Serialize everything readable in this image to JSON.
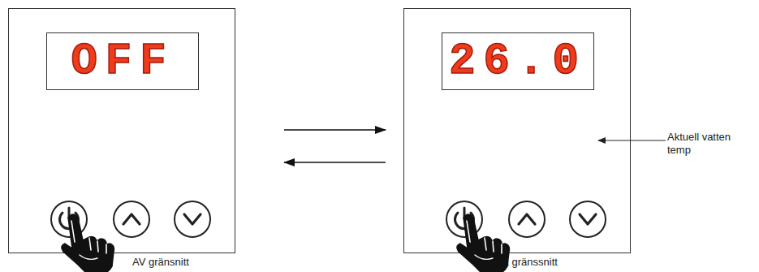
{
  "diagram": {
    "nodes": [
      {
        "text": [
          "AV gränsnitt"
        ]
      },
      {
        "text": [
          "OFF"
        ],
        "in": 0
      },
      {
        "text": [
          "På gränssnitt"
        ]
      },
      {
        "text": [
          "26.0"
        ],
        "in": 2
      }
    ],
    "edges": [
      {
        "from": 0,
        "to": 2,
        "arrow": "to"
      },
      {
        "from": 2,
        "to": 0,
        "arrow": "to"
      }
    ],
    "labels": [
      "Aktuell vatten temp"
    ]
  }
}
